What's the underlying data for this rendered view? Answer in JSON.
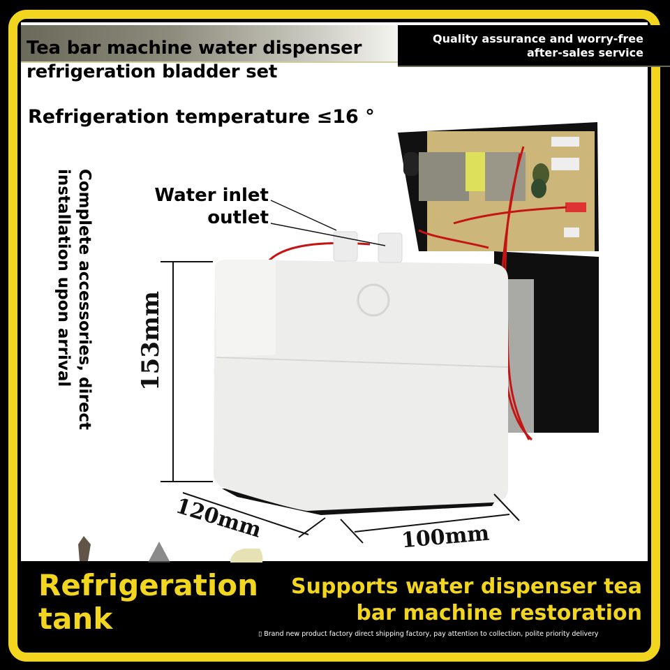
{
  "header": {
    "title_line1": "Tea bar machine water dispenser",
    "title_line2": "refrigeration bladder set",
    "qa_line1": "Quality assurance and worry-free",
    "qa_line2": "after-sales service"
  },
  "spec": {
    "temperature": "Refrigeration temperature ≤16 °"
  },
  "side_note": "Complete accessories, direct installation upon arrival",
  "callouts": {
    "water_inlet": "Water inlet",
    "outlet": "outlet"
  },
  "dimensions": {
    "height": "153mm",
    "width": "120mm",
    "depth": "100mm"
  },
  "footer": {
    "product_line1": "Refrigeration",
    "product_line2": "tank",
    "support_line1": "Supports water dispenser tea",
    "support_line2": "bar machine restoration",
    "note": "▯ Brand new product factory direct shipping factory, pay attention to collection, polite priority delivery"
  },
  "colors": {
    "accent_yellow": "#f2d51f",
    "background": "#000000",
    "panel": "#ffffff"
  }
}
